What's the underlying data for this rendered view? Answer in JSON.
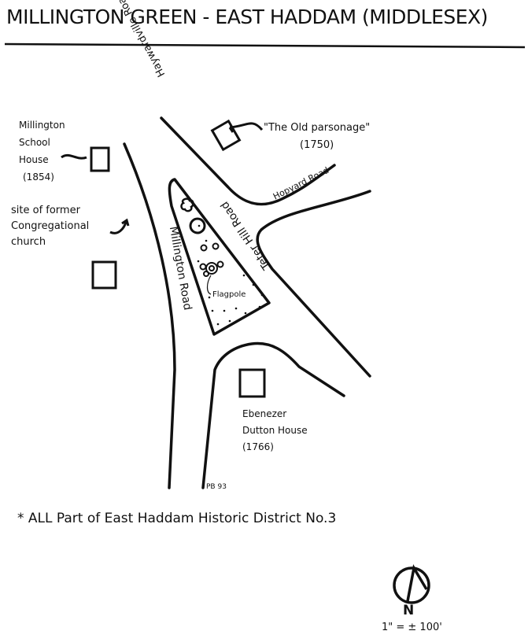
{
  "title": "MILLINGTON GREEN - EAST HADDAM (MIDDLESEX)",
  "roads": {
    "haywardville": "Haywardville Road",
    "hopyard": "Hopyard Road",
    "teter_hill": "Teter Hill Road",
    "millington": "Millington Road"
  },
  "labels": {
    "school_house": [
      "Millington",
      "School",
      "House",
      "(1854)"
    ],
    "church": [
      "site of former",
      "Congregational",
      "church"
    ],
    "parsonage": [
      "\"The Old parsonage\"",
      "(1750)"
    ],
    "dutton": [
      "Ebenezer",
      "Dutton House",
      "(1766)"
    ],
    "flagpole": "Flagpole",
    "initials": "PB 93"
  },
  "footnote": "* ALL Part of East Haddam Historic District No.3",
  "north": "N",
  "scale": "1\" = ± 100'"
}
